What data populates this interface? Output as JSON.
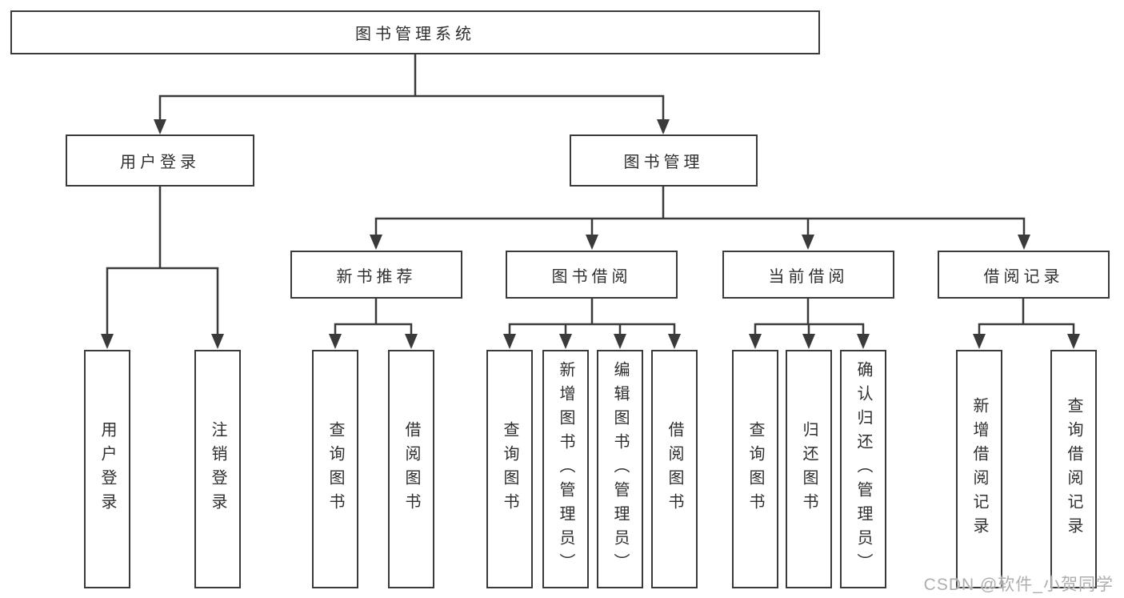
{
  "tree": {
    "label": "图书管理系统",
    "children": [
      {
        "label": "用户登录",
        "children": [
          {
            "label": "用户登录"
          },
          {
            "label": "注销登录"
          }
        ]
      },
      {
        "label": "图书管理",
        "children": [
          {
            "label": "新书推荐",
            "children": [
              {
                "label": "查询图书"
              },
              {
                "label": "借阅图书"
              }
            ]
          },
          {
            "label": "图书借阅",
            "children": [
              {
                "label": "查询图书"
              },
              {
                "label": "新增图书（管理员）"
              },
              {
                "label": "编辑图书（管理员）"
              },
              {
                "label": "借阅图书"
              }
            ]
          },
          {
            "label": "当前借阅",
            "children": [
              {
                "label": "查询图书"
              },
              {
                "label": "归还图书"
              },
              {
                "label": "确认归还（管理员）"
              }
            ]
          },
          {
            "label": "借阅记录",
            "children": [
              {
                "label": "新增借阅记录"
              },
              {
                "label": "查询借阅记录"
              }
            ]
          }
        ]
      }
    ]
  },
  "watermark": "CSDN @软件_小贺同学",
  "colors": {
    "line": "#3a3a3a",
    "box_border": "#3a3a3a",
    "text": "#2f2f2f",
    "watermark": "#aeaeae",
    "background": "#ffffff"
  }
}
